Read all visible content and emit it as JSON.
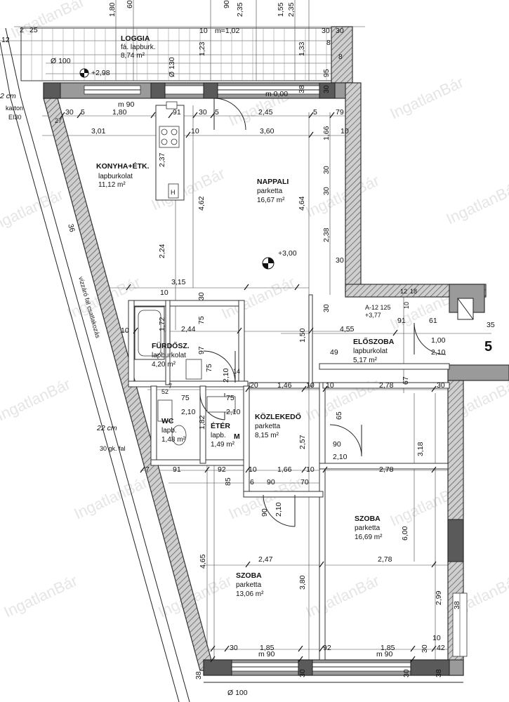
{
  "rooms": {
    "loggia": {
      "name": "LOGGIA",
      "floor": "fá. lapburk.",
      "area": "8,74 m²"
    },
    "konyha": {
      "name": "KONYHA+ÉTK.",
      "floor": "lapburkolat",
      "area": "11,12 m²"
    },
    "nappali": {
      "name": "NAPPALI",
      "floor": "parketta",
      "area": "16,67 m²"
    },
    "eloszoba": {
      "name": "ELŐSZOBA",
      "floor": "lapburkolat",
      "area": "5,17 m²"
    },
    "furdo": {
      "name": "FÜRDŐSZ.",
      "floor": "lapburkolat",
      "area": "4,20 m²"
    },
    "wc": {
      "name": "WC",
      "floor": "lapb.",
      "area": "1,48 m²"
    },
    "eter": {
      "name": "ÉTÉR",
      "floor": "lapb.",
      "area": "1,49 m²"
    },
    "kozlekedo": {
      "name": "KÖZLEKEDŐ",
      "floor": "parketta",
      "area": "8,15 m²"
    },
    "szoba1": {
      "name": "SZOBA",
      "floor": "parketta",
      "area": "16,69 m²"
    },
    "szoba2": {
      "name": "SZOBA",
      "floor": "parketta",
      "area": "13,06 m²"
    }
  },
  "levels": {
    "loggia": "+2,98",
    "nappali": "+3,00",
    "eloszoba": "+3,77",
    "m000": "m 0,00",
    "m102": "m=1,02",
    "m90_top": "m 90",
    "m90_b1": "m 90",
    "m90_b2": "m 90"
  },
  "notes": {
    "diam100_top": "Ø 100",
    "diam100_bottom": "Ø 100",
    "diam130": "Ø 130",
    "a12": "A-12 125",
    "cm22_top": "2 cm",
    "karton": "karton",
    "ei30": "EI30",
    "cm22_side": "22 cm",
    "gk_fal": "30 gk. fal",
    "vizes": "vízzáró fal csatlakozás",
    "mark_h": "H",
    "mark_m": "M",
    "mark_5": "5",
    "mark_35": "35"
  },
  "dims": {
    "top_180": "1,80",
    "top_60": "60",
    "top_90": "90",
    "top_235a": "2,35",
    "top_155": "1,55",
    "top_235b": "2,35",
    "d12": "12",
    "d2": "2",
    "d25": "25",
    "d10a": "10",
    "d30a": "30",
    "d30b": "30",
    "d8a": "8",
    "d8b": "8",
    "d123": "1,23",
    "d133": "1,33",
    "d95": "95",
    "d38a": "38",
    "d30r1": "30",
    "d5a": "5",
    "d180": "1,80",
    "d91a": "91",
    "d30c": "30",
    "d5b": "5",
    "d245": "2,45",
    "d5c": "5",
    "d79": "79",
    "d27": "27",
    "d301": "3,01",
    "d10b": "10",
    "d360": "3,60",
    "d166": "1,66",
    "d10c": "10",
    "d237": "2,37",
    "d30d": "30",
    "d462": "4,62",
    "d464": "4,64",
    "d30e": "30",
    "d36": "36",
    "d224": "2,24",
    "d238": "2,38",
    "d30f": "30",
    "d315": "3,15",
    "d10d": "10",
    "d30g": "30",
    "d12b": "12",
    "d18": "18",
    "d10e": "10",
    "d172": "1,72",
    "d244": "2,44",
    "d75a": "75",
    "d150": "1,50",
    "d455": "4,55",
    "d91b": "91",
    "d61": "61",
    "d100": "1,00",
    "d210a": "2,10",
    "d97": "97",
    "d49": "49",
    "d75b": "75",
    "d210b": "2,10",
    "d14": "14",
    "d20": "20",
    "d146": "1,46",
    "d10f": "10",
    "d10g": "10",
    "d278a": "2,78",
    "d67": "67",
    "d30h": "30",
    "d52": "52",
    "d7": "7",
    "d75c": "75",
    "d75d": "75",
    "d10h": "10",
    "d210c": "2,10",
    "d210d": "2,10",
    "d182": "1,82",
    "d65": "65",
    "d257": "2,57",
    "d90a": "90",
    "d210e": "2,10",
    "d318": "3,18",
    "d91c": "91",
    "d92": "92",
    "d10i": "10",
    "d166b": "1,66",
    "d10j": "10",
    "d278b": "2,78",
    "d85": "85",
    "d6": "6",
    "d90b": "90",
    "d70": "70",
    "d90c": "90",
    "d210f": "2,10",
    "d600": "6,00",
    "d465": "4,65",
    "d247": "2,47",
    "d278c": "2,78",
    "d380": "3,80",
    "d299": "2,99",
    "d38b": "38",
    "d30i": "30",
    "d185a": "1,85",
    "d92b": "92",
    "d185b": "1,85",
    "d42": "42",
    "d10k": "10",
    "d38c": "38",
    "d38d": "38"
  },
  "watermark": "IngatlanBár"
}
